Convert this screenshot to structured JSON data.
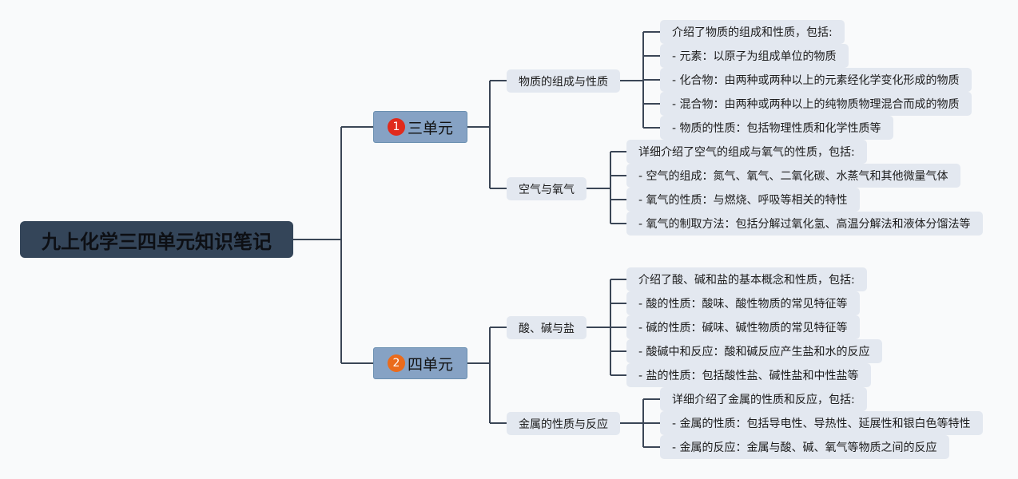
{
  "root": {
    "label": "九上化学三四单元知识笔记"
  },
  "units": [
    {
      "number": "1",
      "badge_color": "#e02a1c",
      "label": "三单元",
      "topics": [
        {
          "label": "物质的组成与性质",
          "items": [
            "介绍了物质的组成和性质，包括:",
            "- 元素：以原子为组成单位的物质",
            "- 化合物：由两种或两种以上的元素经化学变化形成的物质",
            "- 混合物：由两种或两种以上的纯物质物理混合而成的物质",
            "- 物质的性质：包括物理性质和化学性质等"
          ]
        },
        {
          "label": "空气与氧气",
          "items": [
            "详细介绍了空气的组成与氧气的性质，包括:",
            "- 空气的组成：氮气、氧气、二氧化碳、水蒸气和其他微量气体",
            "- 氧气的性质：与燃烧、呼吸等相关的特性",
            "- 氧气的制取方法：包括分解过氧化氢、高温分解法和液体分馏法等"
          ]
        }
      ]
    },
    {
      "number": "2",
      "badge_color": "#ea6b1c",
      "label": "四单元",
      "topics": [
        {
          "label": "酸、碱与盐",
          "items": [
            "介绍了酸、碱和盐的基本概念和性质，包括:",
            "- 酸的性质：酸味、酸性物质的常见特征等",
            "- 碱的性质：碱味、碱性物质的常见特征等",
            "- 酸碱中和反应：酸和碱反应产生盐和水的反应",
            "- 盐的性质：包括酸性盐、碱性盐和中性盐等"
          ]
        },
        {
          "label": "金属的性质与反应",
          "items": [
            "详细介绍了金属的性质和反应，包括:",
            "- 金属的性质：包括导电性、导热性、延展性和银白色等特性",
            "- 金属的反应：金属与酸、碱、氧气等物质之间的反应"
          ]
        }
      ]
    }
  ],
  "colors": {
    "line": "#3b4656",
    "root_bg": "#344559",
    "unit_bg": "#86a2c4",
    "node_bg": "#e3e8f0"
  }
}
